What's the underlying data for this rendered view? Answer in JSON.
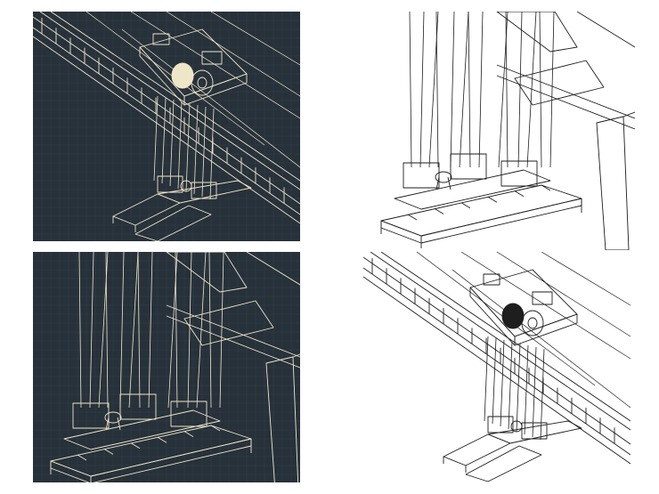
{
  "colors": {
    "blueprint_bg": "#27313a",
    "blueprint_grid": "#34404a",
    "blueprint_line": "#efe6c8",
    "paper_bg": "#ffffff",
    "paper_line": "#1e1e1e"
  },
  "panels": [
    {
      "id": "p1",
      "style": "blueprint",
      "view": "top-bridge"
    },
    {
      "id": "p2",
      "style": "paper",
      "view": "lower-spreaders"
    },
    {
      "id": "p3",
      "style": "blueprint",
      "view": "lower-spreaders"
    },
    {
      "id": "p4",
      "style": "paper",
      "view": "top-bridge"
    }
  ]
}
